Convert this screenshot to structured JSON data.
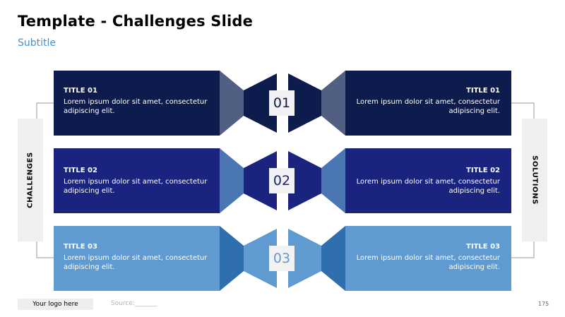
{
  "slide": {
    "title": "Template - Challenges Slide",
    "subtitle": "Subtitle",
    "left_label": "CHALLENGES",
    "right_label": "SOLUTIONS",
    "logo_text": "Your logo here",
    "source_text": "Source:_______",
    "page_number": "175"
  },
  "rows": [
    {
      "number": "01",
      "left": {
        "title": "TITLE 01",
        "text": "Lorem ipsum dolor sit amet, consectetur adipiscing elit."
      },
      "right": {
        "title": "TITLE 01",
        "text": "Lorem ipsum dolor sit amet, consectetur adipiscing elit."
      }
    },
    {
      "number": "02",
      "left": {
        "title": "TITLE 02",
        "text": "Lorem ipsum dolor sit amet, consectetur adipiscing elit."
      },
      "right": {
        "title": "TITLE 02",
        "text": "Lorem ipsum dolor sit amet, consectetur adipiscing elit."
      }
    },
    {
      "number": "03",
      "left": {
        "title": "TITLE 03",
        "text": "Lorem ipsum dolor sit amet, consectetur adipiscing elit."
      },
      "right": {
        "title": "TITLE 03",
        "text": "Lorem ipsum dolor sit amet, consectetur adipiscing elit."
      }
    }
  ],
  "colors": {
    "row1_main": "#0e1b4d",
    "row1_wing": "#515f82",
    "row2_main": "#1a237e",
    "row2_wing": "#4a76b4",
    "row3_main": "#5f9bd0",
    "row3_wing": "#2f6fad",
    "number_row1": "#0e1b4d",
    "number_row2": "#1a237e",
    "number_row3": "#5f9bd0"
  }
}
